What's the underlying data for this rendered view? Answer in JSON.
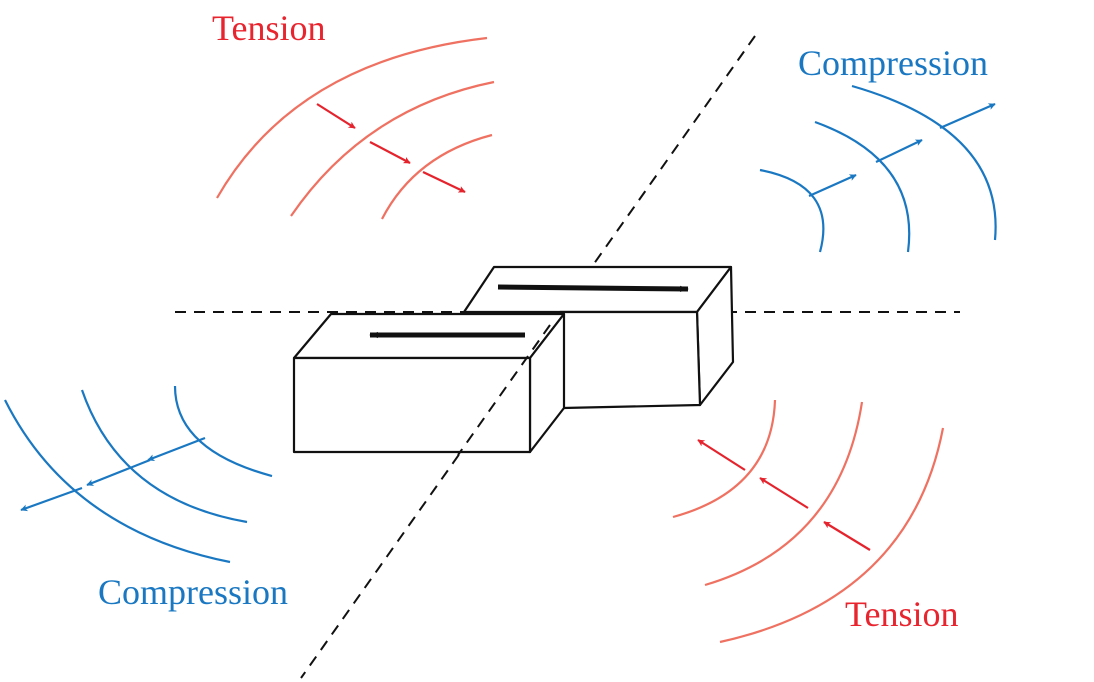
{
  "labels": {
    "tension_top_left": "Tension",
    "compression_top_right": "Compression",
    "compression_bottom_left": "Compression",
    "tension_bottom_right": "Tension"
  },
  "colors": {
    "tension_text": "#e8252f",
    "tension_wave": "#ef7161",
    "tension_arrow": "#e5232d",
    "compression": "#1a78c2",
    "block_stroke": "#111111",
    "dashed_line": "#111111"
  }
}
